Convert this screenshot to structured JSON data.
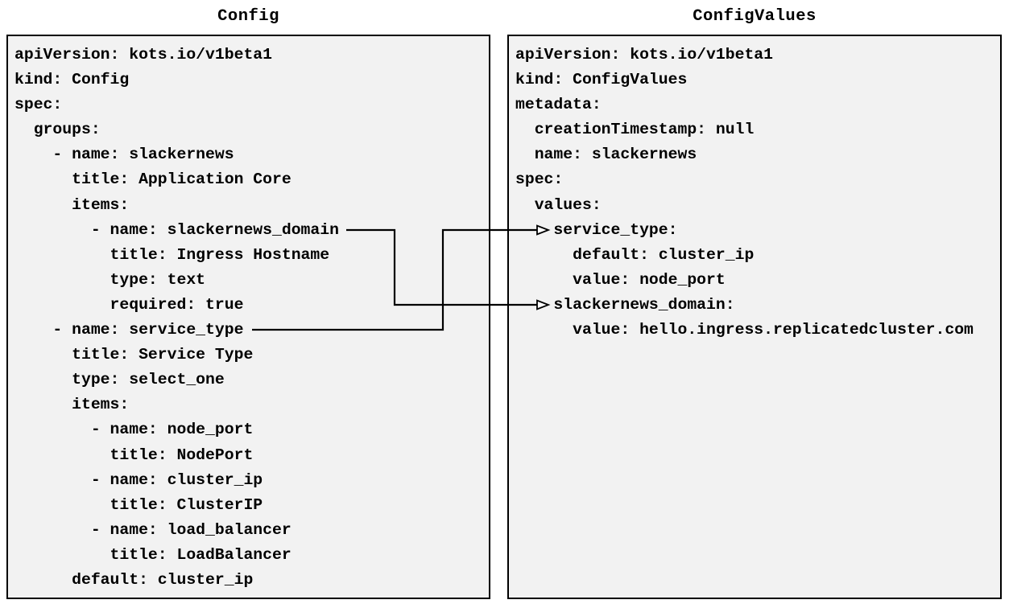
{
  "panels": {
    "config": {
      "title": "Config",
      "lines": [
        "apiVersion: kots.io/v1beta1",
        "kind: Config",
        "spec:",
        "  groups:",
        "    - name: slackernews",
        "      title: Application Core",
        "      items:",
        "        - name: slackernews_domain",
        "          title: Ingress Hostname",
        "          type: text",
        "          required: true",
        "    - name: service_type",
        "      title: Service Type",
        "      type: select_one",
        "      items:",
        "        - name: node_port",
        "          title: NodePort",
        "        - name: cluster_ip",
        "          title: ClusterIP",
        "        - name: load_balancer",
        "          title: LoadBalancer",
        "      default: cluster_ip"
      ]
    },
    "config_values": {
      "title": "ConfigValues",
      "lines": [
        "apiVersion: kots.io/v1beta1",
        "kind: ConfigValues",
        "metadata:",
        "  creationTimestamp: null",
        "  name: slackernews",
        "spec:",
        "  values:",
        "    service_type:",
        "      default: cluster_ip",
        "      value: node_port",
        "    slackernews_domain:",
        "      value: hello.ingress.replicatedcluster.com"
      ]
    }
  },
  "connectors": [
    {
      "from": "Config item name: slackernews_domain",
      "to": "ConfigValues spec.values.slackernews_domain"
    },
    {
      "from": "Config item name: service_type",
      "to": "ConfigValues spec.values.service_type"
    }
  ],
  "colors": {
    "page_background": "#ffffff",
    "panel_background": "#f2f2f2",
    "panel_border": "#000000",
    "text": "#000000",
    "connector_line": "#000000",
    "arrowhead_fill": "#ffffff"
  }
}
